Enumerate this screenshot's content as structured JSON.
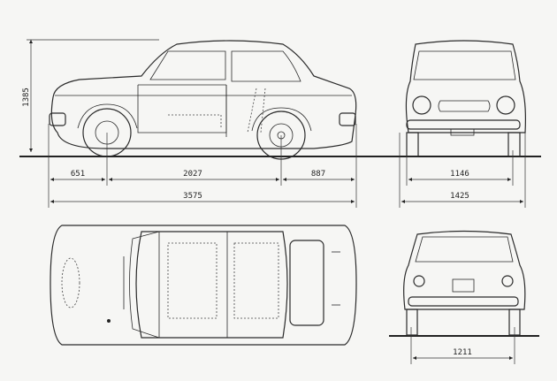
{
  "drawing": {
    "views": [
      "side",
      "front",
      "top",
      "rear"
    ],
    "dimensions": {
      "height": "1385",
      "front_overhang": "651",
      "wheelbase": "2027",
      "rear_overhang": "887",
      "overall_length": "3575",
      "front_track": "1146",
      "overall_width": "1425",
      "rear_track": "1211"
    },
    "colors": {
      "background": "#f6f6f4",
      "line": "#2a2a2a"
    }
  }
}
